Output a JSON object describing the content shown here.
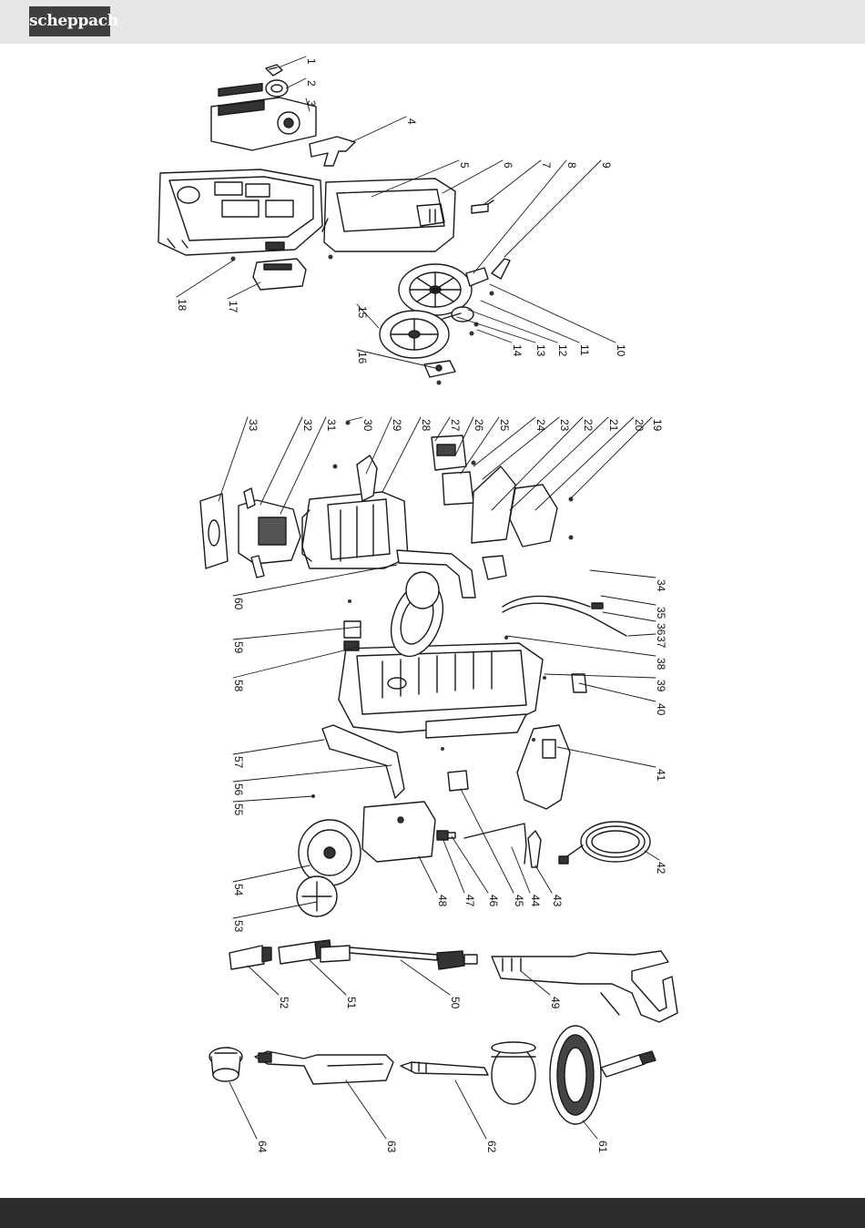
{
  "header": {
    "logo_text": "scheppach"
  },
  "diagram": {
    "type": "exploded-parts-view",
    "part_numbers": [
      "1",
      "2",
      "3",
      "4",
      "5",
      "6",
      "7",
      "8",
      "9",
      "10",
      "11",
      "12",
      "13",
      "14",
      "15",
      "16",
      "17",
      "18",
      "19",
      "20",
      "21",
      "22",
      "23",
      "24",
      "25",
      "26",
      "27",
      "28",
      "29",
      "30",
      "31",
      "32",
      "33",
      "34",
      "35",
      "36",
      "37",
      "38",
      "39",
      "40",
      "41",
      "42",
      "43",
      "44",
      "45",
      "46",
      "47",
      "48",
      "49",
      "50",
      "51",
      "52",
      "53",
      "54",
      "55",
      "56",
      "57",
      "58",
      "59",
      "60",
      "61",
      "62",
      "63",
      "64"
    ]
  }
}
